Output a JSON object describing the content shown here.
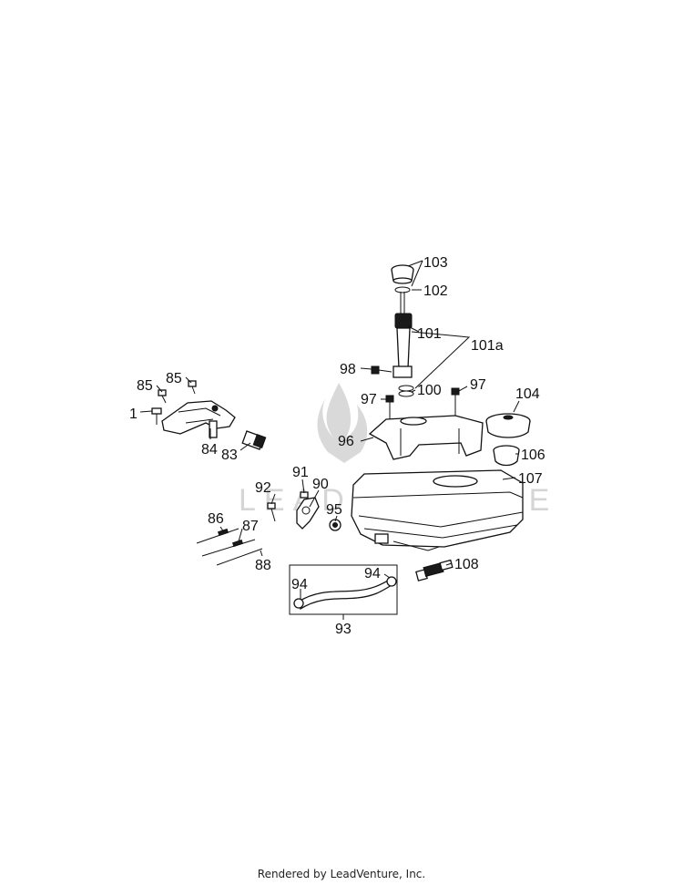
{
  "watermark": {
    "text": "LEADVENTURE"
  },
  "labels": {
    "p1": "1",
    "p83": "83",
    "p84": "84",
    "p85a": "85",
    "p85b": "85",
    "p86": "86",
    "p87": "87",
    "p88": "88",
    "p90": "90",
    "p91": "91",
    "p92": "92",
    "p93": "93",
    "p94a": "94",
    "p94b": "94",
    "p95": "95",
    "p96": "96",
    "p97a": "97",
    "p97b": "97",
    "p98": "98",
    "p100": "100",
    "p101": "101",
    "p101a": "101a",
    "p102": "102",
    "p103": "103",
    "p104": "104",
    "p106": "106",
    "p107": "107",
    "p108": "108"
  },
  "footer": {
    "text": "Rendered by LeadVenture, Inc."
  }
}
